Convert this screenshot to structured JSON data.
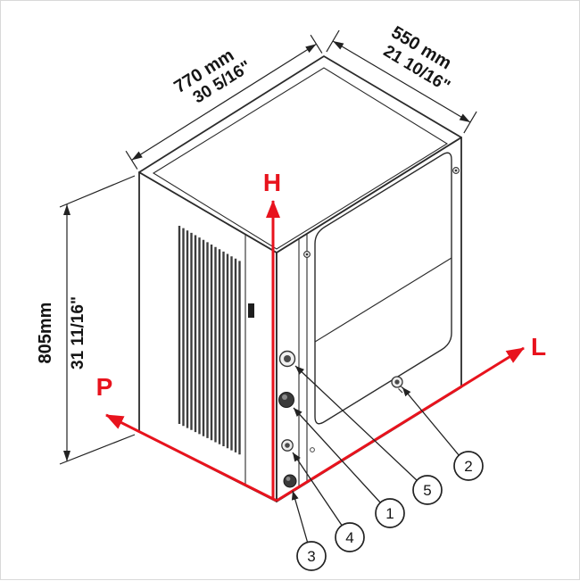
{
  "diagram": {
    "dimensions": {
      "width": {
        "metric": "770 mm",
        "imperial": "30 5/16\""
      },
      "depth": {
        "metric": "550 mm",
        "imperial": "21 10/16\""
      },
      "height": {
        "metric": "805mm",
        "imperial": "31 11/16\""
      }
    },
    "axes": {
      "height_label": "H",
      "length_label": "L",
      "depth_label": "P"
    },
    "callouts": {
      "1": "1",
      "2": "2",
      "3": "3",
      "4": "4",
      "5": "5"
    },
    "colors": {
      "axis_red": "#e8131d",
      "line": "#2b2b2b"
    }
  }
}
